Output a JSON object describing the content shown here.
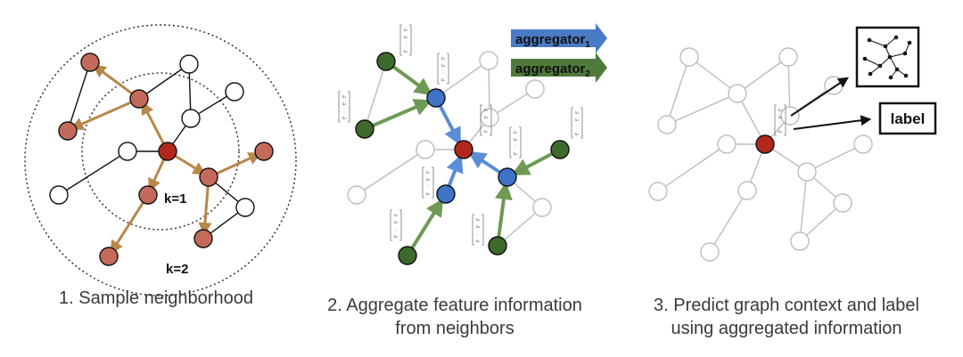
{
  "panels": [
    {
      "caption_lines": [
        "1. Sample neighborhood"
      ],
      "labels": {
        "k1": "k=1",
        "k2": "k=2"
      }
    },
    {
      "caption_lines": [
        "2. Aggregate feature information",
        "from neighbors"
      ],
      "aggregators": [
        {
          "text": "aggregator",
          "sub": "1",
          "color": "#4a7bc4"
        },
        {
          "text": "aggregator",
          "sub": "2",
          "color": "#4f7a3c"
        }
      ],
      "vector_symbols": [
        "x₁",
        "x₂",
        "⋮",
        "xₙ"
      ]
    },
    {
      "caption_lines": [
        "3. Predict graph context and label",
        "using aggregated information"
      ],
      "label_box": "label"
    }
  ],
  "colors": {
    "target_node": "#b3281e",
    "sampled_node": "#c46a5a",
    "sample_edge": "#b8874a",
    "agg1": "#3f73c8",
    "agg1_edge": "#5b8dd6",
    "agg2": "#3d6a2a",
    "agg2_edge": "#6e9a55",
    "faded": "#bdbdbd",
    "black": "#111111"
  }
}
